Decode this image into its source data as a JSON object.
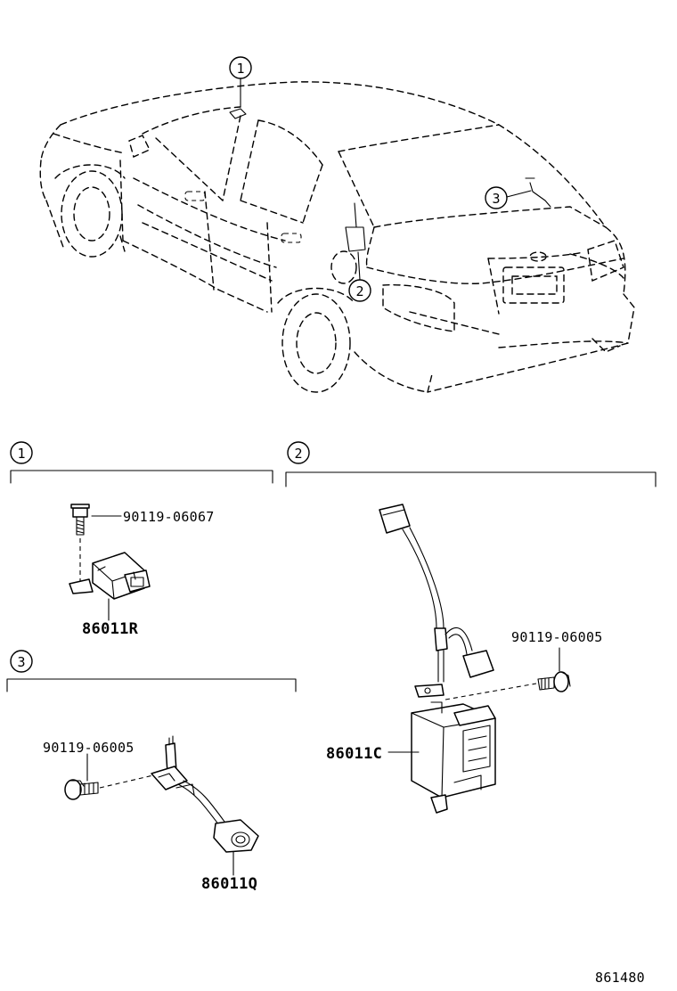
{
  "callouts": {
    "one": "1",
    "two": "2",
    "three": "3"
  },
  "sections": {
    "one": {
      "number": "1"
    },
    "two": {
      "number": "2"
    },
    "three": {
      "number": "3"
    }
  },
  "parts": {
    "bolt_sec1": "90119-06067",
    "relay_sec1": "86011R",
    "bolt_sec2": "90119-06005",
    "module_sec2": "86011C",
    "bolt_sec3": "90119-06005",
    "sensor_sec3": "86011Q"
  },
  "diagram_id": "861480"
}
